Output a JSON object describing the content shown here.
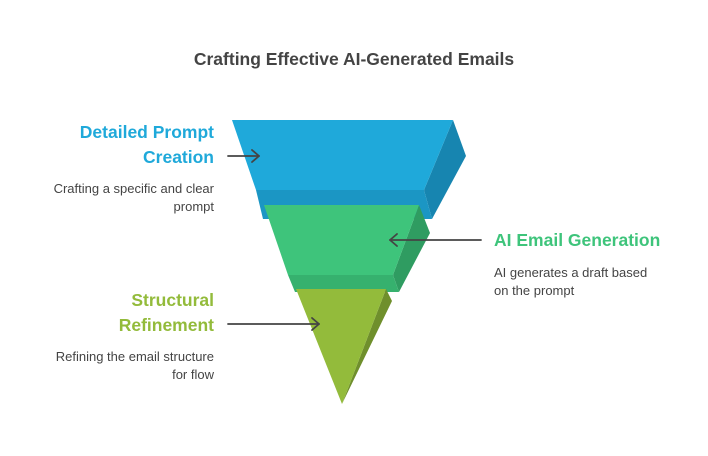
{
  "title": "Crafting Effective AI-Generated Emails",
  "colors": {
    "stage1": "#1fa9da",
    "stage2": "#3ec47b",
    "stage3": "#93bb3b",
    "arrow": "#444444"
  },
  "stages": [
    {
      "title_line1": "Detailed Prompt",
      "title_line2": "Creation",
      "description_line1": "Crafting a specific and clear",
      "description_line2": "prompt"
    },
    {
      "title": "AI Email Generation",
      "description_line1": "AI generates a draft based",
      "description_line2": "on the prompt"
    },
    {
      "title_line1": "Structural",
      "title_line2": "Refinement",
      "description_line1": "Refining the email structure",
      "description_line2": "for flow"
    }
  ]
}
